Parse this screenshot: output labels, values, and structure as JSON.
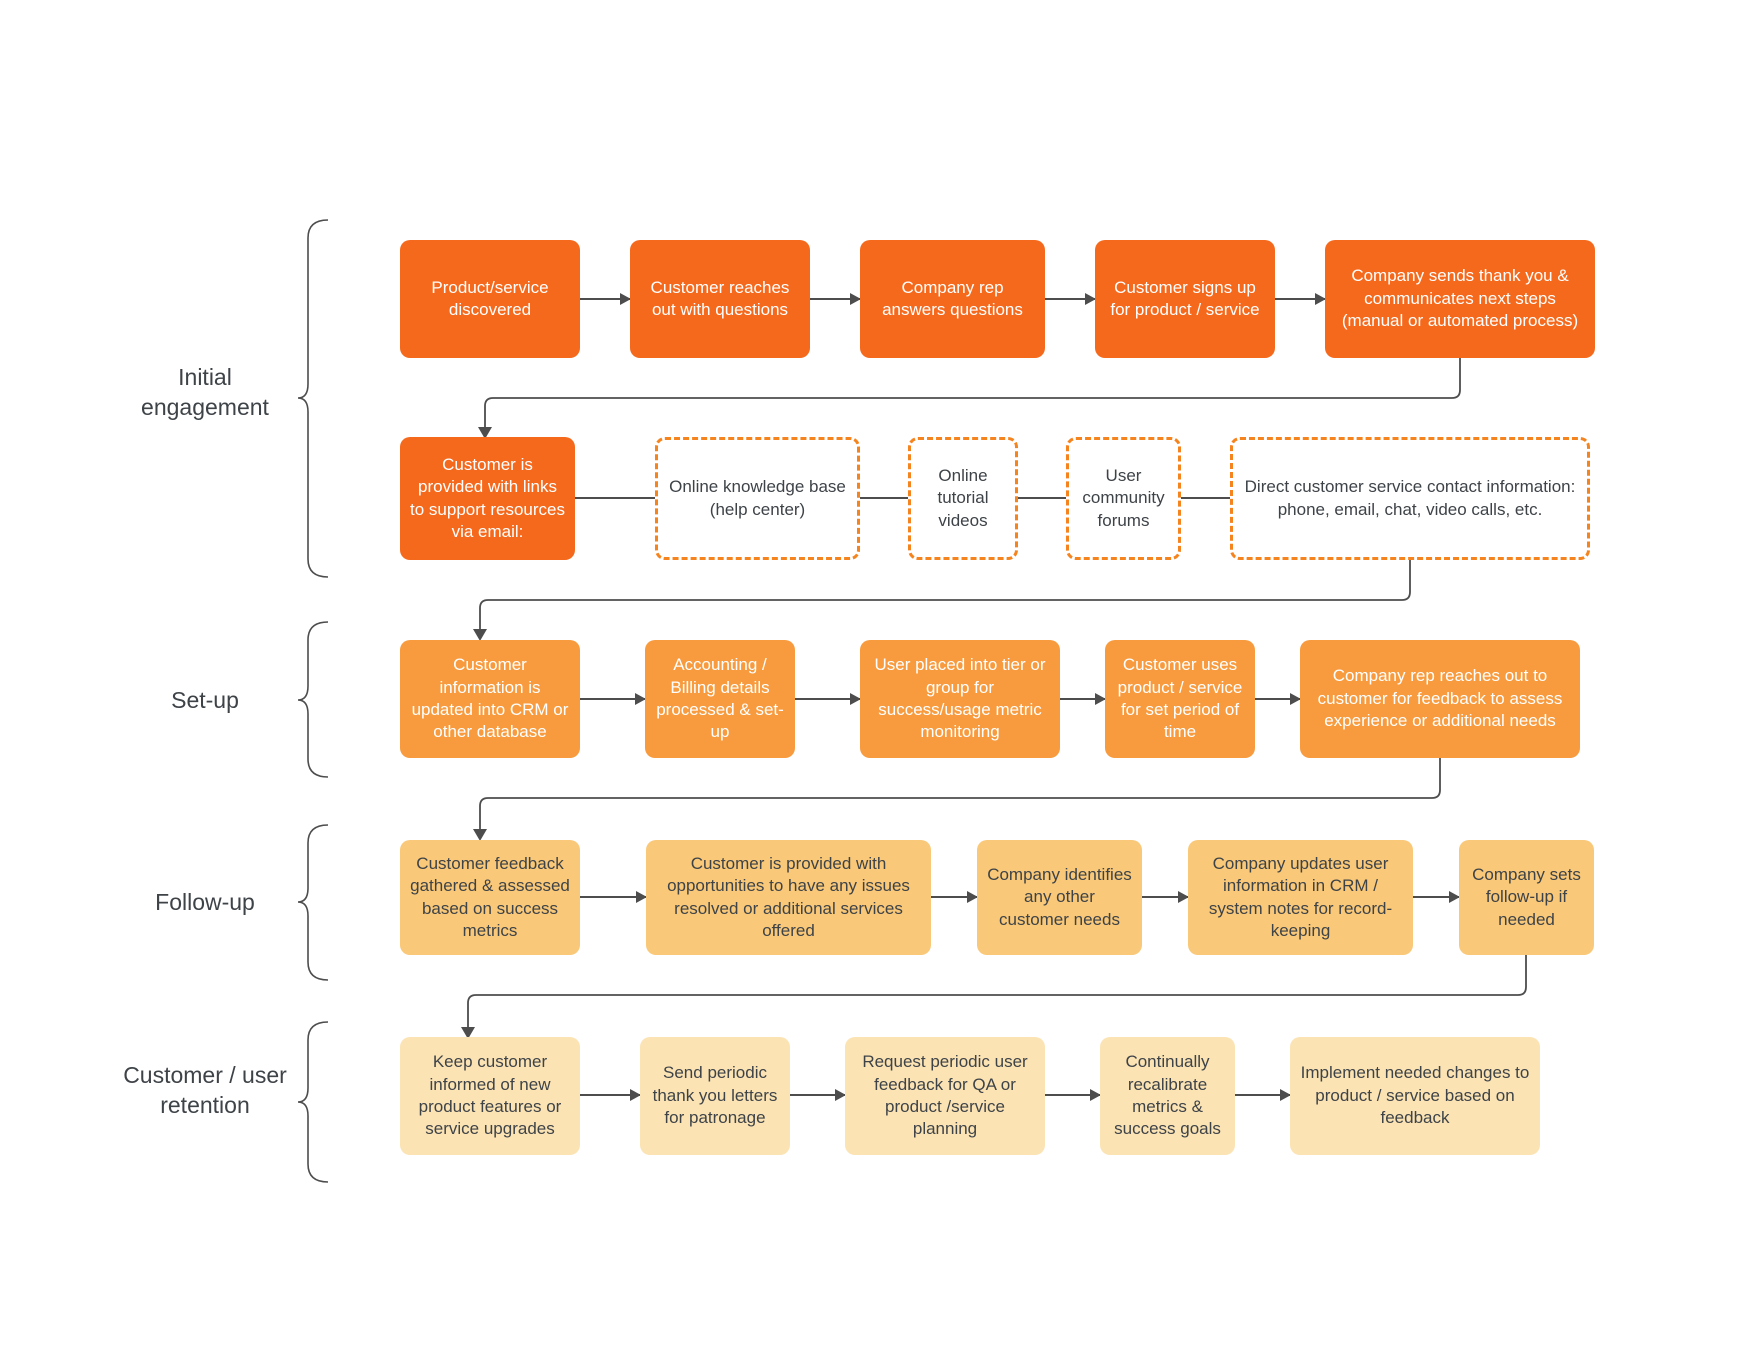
{
  "colors": {
    "step_dark": "#F5691D",
    "step_medium": "#F79B3E",
    "step_light": "#F9C878",
    "step_lighter": "#FBE3B4",
    "dashed_border": "#F5841F",
    "connector": "#4D4D4D",
    "text_dark": "#3E4348",
    "text_light": "#FFFFFF"
  },
  "sections": [
    {
      "label_line1": "Initial",
      "label_line2": "engagement"
    },
    {
      "label_line1": "Set-up",
      "label_line2": ""
    },
    {
      "label_line1": "Follow-up",
      "label_line2": ""
    },
    {
      "label_line1": "Customer / user",
      "label_line2": "retention"
    }
  ],
  "rows": [
    {
      "name": "initial-engagement-steps",
      "boxes": [
        {
          "text": "Product/service discovered"
        },
        {
          "text": "Customer reaches out with questions"
        },
        {
          "text": "Company rep answers questions"
        },
        {
          "text": "Customer signs up for product / service"
        },
        {
          "text": "Company sends thank you & communicates next steps (manual or automated process)"
        }
      ]
    },
    {
      "name": "support-resources",
      "boxes": [
        {
          "text": "Customer is provided with links to support resources via email:"
        },
        {
          "text": "Online knowledge base (help center)"
        },
        {
          "text": "Online tutorial videos"
        },
        {
          "text": "User community forums"
        },
        {
          "text": "Direct customer service contact information: phone, email, chat, video calls, etc."
        }
      ]
    },
    {
      "name": "set-up-steps",
      "boxes": [
        {
          "text": "Customer information is updated into CRM or other database"
        },
        {
          "text": "Accounting / Billing details processed & set-up"
        },
        {
          "text": "User placed into tier or group for success/usage metric monitoring"
        },
        {
          "text": "Customer uses product / service for set period of time"
        },
        {
          "text": "Company rep reaches out to customer for feedback to assess experience or additional needs"
        }
      ]
    },
    {
      "name": "follow-up-steps",
      "boxes": [
        {
          "text": "Customer feedback gathered & assessed based on success metrics"
        },
        {
          "text": "Customer is provided with opportunities to have any issues resolved or additional services offered"
        },
        {
          "text": "Company identifies any other customer needs"
        },
        {
          "text": "Company updates user information in CRM / system notes for record-keeping"
        },
        {
          "text": "Company sets follow-up if needed"
        }
      ]
    },
    {
      "name": "retention-steps",
      "boxes": [
        {
          "text": "Keep customer informed of new product features or service upgrades"
        },
        {
          "text": "Send periodic thank you letters for patronage"
        },
        {
          "text": "Request periodic user feedback for QA or product /service planning"
        },
        {
          "text": "Continually recalibrate metrics & success goals"
        },
        {
          "text": "Implement needed changes to product / service based on feedback"
        }
      ]
    }
  ]
}
